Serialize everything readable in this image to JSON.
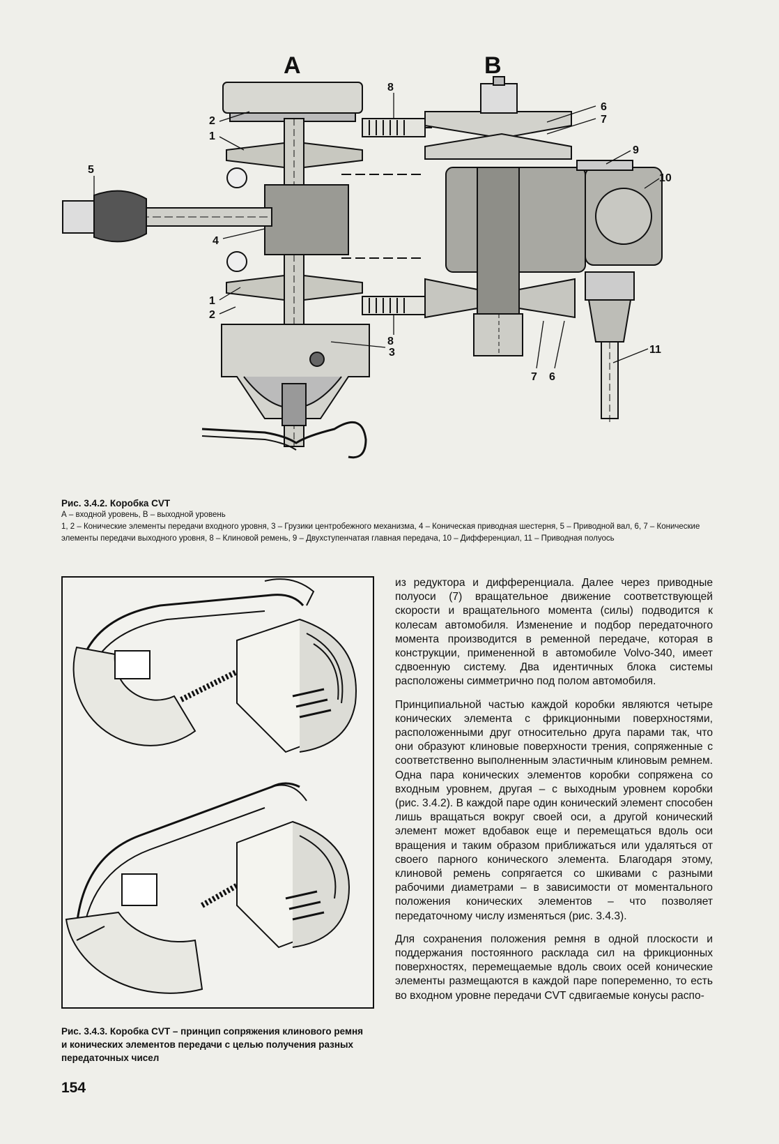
{
  "figure1": {
    "label_a": "A",
    "label_b": "B",
    "callouts": [
      "1",
      "2",
      "3",
      "4",
      "5",
      "6",
      "7",
      "8",
      "9",
      "10",
      "11"
    ],
    "caption_title": "Рис. 3.4.2. Коробка CVT",
    "caption_line1": "А – входной уровень, В – выходной уровень",
    "caption_line2": "1, 2 – Конические элементы передачи входного уровня, 3 – Грузики центробежного механизма, 4 – Коническая приводная шестерня, 5 – Приводной вал, 6, 7 – Конические элементы передачи выходного уровня, 8 – Клиновой ремень, 9 – Двухступенчатая главная передача, 10 – Дифференциал, 11 – Приводная полуось"
  },
  "figure2": {
    "caption": "Рис. 3.4.3. Коробка CVT – принцип сопряжения клинового ремня и конических элементов передачи с целью получения разных передаточных чисел"
  },
  "page_number": "154",
  "body": {
    "paragraph1": "из редуктора и дифференциала. Далее через приводные полуоси (7) вращательное движение соответствующей скорости и вращательного момента (силы) подводится к колесам автомобиля. Изменение и подбор передаточного момента производится в ременной передаче, которая в конструкции, примененной в автомобиле Volvo-340, имеет сдвоенную систему. Два идентичных блока системы расположены симметрично под полом автомобиля.",
    "paragraph2": "Принципиальной частью каждой коробки являются четыре конических элемента с фрикционными поверхностями, расположенными друг относительно друга парами так, что они образуют клиновые поверхности трения, сопряженные с соответственно выполненным эластичным клиновым ремнем. Одна пара конических элементов коробки сопряжена со входным уровнем, другая – с выходным уровнем коробки (рис. 3.4.2). В каждой паре один конический элемент способен лишь вращаться вокруг своей оси, а другой конический элемент может вдобавок еще и перемещаться вдоль оси вращения и таким образом приближаться или удаляться от своего парного конического элемента. Благодаря этому, клиновой ремень сопрягается со шкивами с разными рабочими диаметрами – в зависимости от моментального положения конических элементов – что позволяет передаточному числу изменяться (рис. 3.4.3).",
    "paragraph3": "Для сохранения положения ремня в одной плоскости и поддержания постоянного расклада сил на фрикционных поверхностях, перемещаемые вдоль своих осей конические элементы размещаются в каждой паре попеременно, то есть во входном уровне передачи CVT сдвигаемые конусы распо-"
  }
}
